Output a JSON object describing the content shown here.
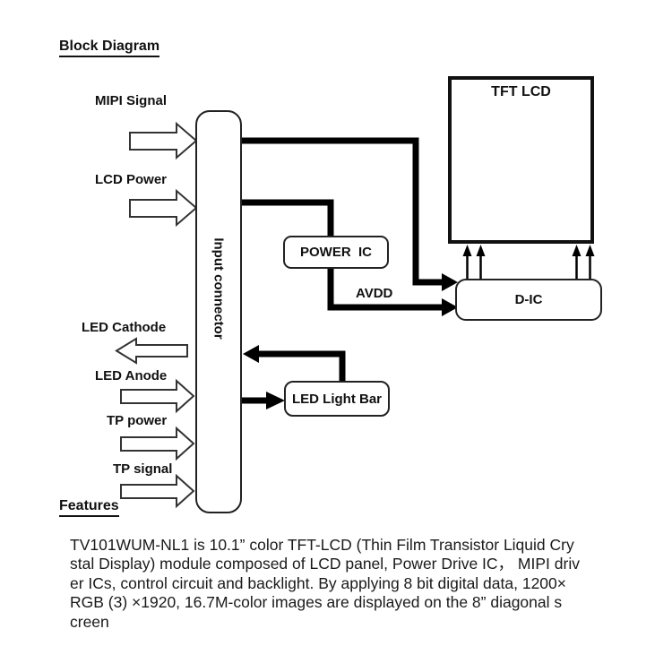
{
  "page": {
    "title": "Block Diagram",
    "features_heading": "Features"
  },
  "diagram": {
    "blocks": {
      "input_connector": "Input connector",
      "tft_lcd": "TFT LCD",
      "power_ic": "POWER  IC",
      "d_ic": "D-IC",
      "led_light_bar": "LED Light Bar"
    },
    "signal_labels": {
      "mipi": "MIPI Signal",
      "lcd_power": "LCD Power",
      "led_cathode": "LED Cathode",
      "led_anode": "LED Anode",
      "tp_power": "TP power",
      "tp_signal": "TP signal",
      "avdd": "AVDD"
    },
    "line_color": "#000000",
    "background_color": "#ffffff"
  },
  "description": {
    "lines": [
      "TV101WUM-NL1 is 10.1” color TFT-LCD (Thin Film Transistor Liquid Cry",
      "stal Display) module composed of LCD panel, Power Drive IC， MIPI driv",
      "er ICs, control circuit and backlight. By applying 8 bit digital data, 1200×",
      "RGB (3) ×1920, 16.7M-color images are displayed on the 8” diagonal s",
      "creen"
    ]
  }
}
